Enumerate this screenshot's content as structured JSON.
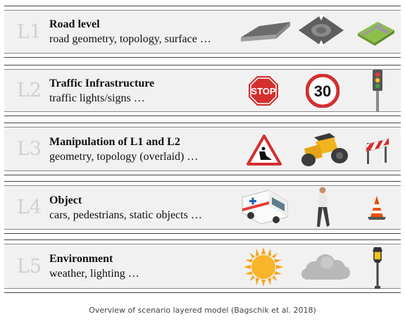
{
  "layers": [
    {
      "id": "L1",
      "title": "Road level",
      "description": "road geometry, topology, surface …",
      "icons": [
        "road-surface-icon",
        "roundabout-icon",
        "road-junction-icon"
      ]
    },
    {
      "id": "L2",
      "title": "Traffic Infrastructure",
      "description": "traffic lights/signs …",
      "icons": [
        "stop-sign-icon",
        "speed-limit-sign-icon",
        "traffic-light-icon"
      ],
      "stop_text": "STOP",
      "speed_limit_text": "30"
    },
    {
      "id": "L3",
      "title": "Manipulation of L1 and L2",
      "description": "geometry, topology (overlaid) …",
      "icons": [
        "roadwork-sign-icon",
        "road-roller-icon",
        "barrier-icon"
      ]
    },
    {
      "id": "L4",
      "title": "Object",
      "description": "cars, pedestrians, static objects …",
      "icons": [
        "ambulance-icon",
        "pedestrian-icon",
        "traffic-cone-icon"
      ]
    },
    {
      "id": "L5",
      "title": "Environment",
      "description": "weather, lighting …",
      "icons": [
        "sun-icon",
        "cloud-icon",
        "street-lamp-icon"
      ]
    }
  ],
  "caption": "Overview of scenario layered model  (Bagschik et al. 2018)",
  "colors": {
    "layer_bg": "#f1f1f1",
    "layer_id": "#d0d0d0",
    "stop_red": "#d32f2f",
    "sun": "#f6a21a"
  }
}
